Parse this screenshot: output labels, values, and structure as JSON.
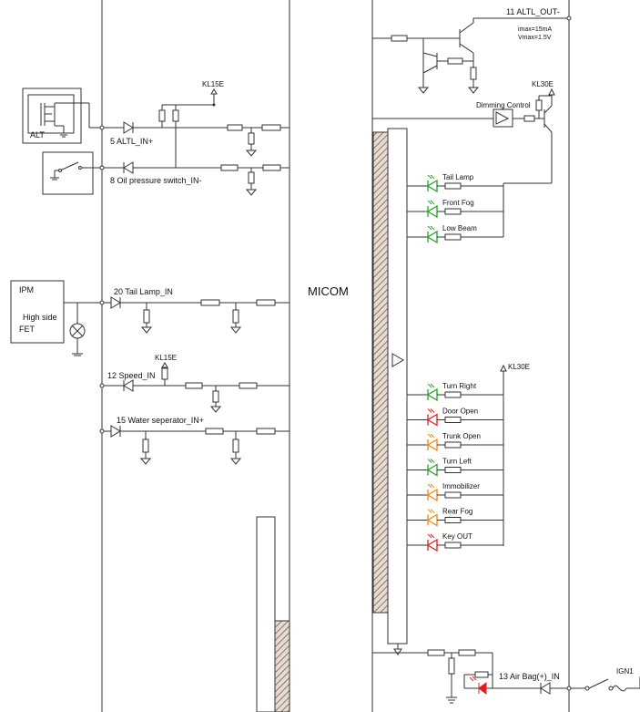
{
  "title": "MICOM",
  "inputs": {
    "alt_label": "ALT",
    "kl15e_a": "KL15E",
    "altl_in": "5  ALTL_IN+",
    "oil_in": "8  Oil pressure switch_IN-",
    "ipm_label": "IPM",
    "high_side": "High side",
    "fet": "FET",
    "tail_in": "20  Tail Lamp_IN",
    "kl15e_b": "KL15E",
    "speed_in": "12  Speed_IN",
    "water_in": "15  Water seperator_IN+"
  },
  "outputs": {
    "altl_out": "11  ALTL_OUT-",
    "imax": "imax=15mA",
    "vmax": "Vmax=1.5V",
    "kl30e_top": "KL30E",
    "dimming": "Dimming Control",
    "kl30e_mid": "KL30E",
    "airbag_in": "13  Air Bag(+)_IN",
    "ign1": "IGN1"
  },
  "led_colors": {
    "green": "#2aa02a",
    "red": "#e02020",
    "orange": "#ee8a10"
  },
  "leds_top": [
    {
      "label": "Tail Lamp",
      "color": "green"
    },
    {
      "label": "Front Fog",
      "color": "green"
    },
    {
      "label": "Low Beam",
      "color": "green"
    }
  ],
  "leds_bottom": [
    {
      "label": "Turn Right",
      "color": "green"
    },
    {
      "label": "Door Open",
      "color": "red"
    },
    {
      "label": "Trunk Open",
      "color": "orange"
    },
    {
      "label": "Turn Left",
      "color": "green"
    },
    {
      "label": "Immobilizer",
      "color": "orange"
    },
    {
      "label": "Rear Fog",
      "color": "orange"
    },
    {
      "label": "Key OUT",
      "color": "red"
    }
  ]
}
